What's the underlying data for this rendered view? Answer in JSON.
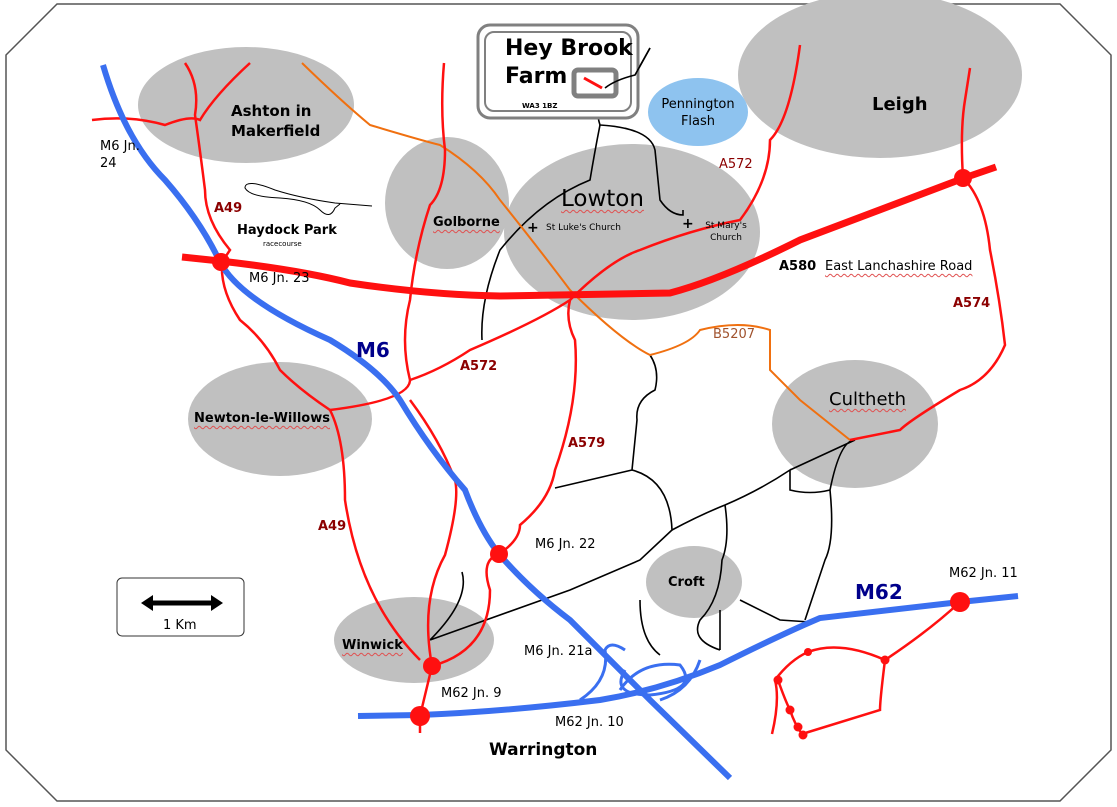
{
  "logo": {
    "line1": "Hey Brook",
    "line2": "Farm",
    "postcode": "WA3 1BZ"
  },
  "places": {
    "ashton": "Ashton in Makerfield",
    "golborne": "Golborne",
    "lowton": "Lowton",
    "leigh": "Leigh",
    "pennington": "Pennington Flash",
    "newton": "Newton-le-Willows",
    "cultheth": "Cultheth",
    "croft": "Croft",
    "winwick": "Winwick",
    "warrington": "Warrington",
    "haydock": "Haydock Park",
    "haydock_sub": "racecourse",
    "st_lukes": "St Luke's Church",
    "st_marys": "St Mary's Church"
  },
  "roads": {
    "a49_north": "A49",
    "a49_south": "A49",
    "a572_east": "A572",
    "a572_west": "A572",
    "a579": "A579",
    "a580": "A580",
    "a580_name": "East Lanchashire Road",
    "a574": "A574",
    "b5207": "B5207",
    "m6": "M6",
    "m62": "M62"
  },
  "junctions": {
    "m6_j24": "M6 Jn. 24",
    "m6_j23": "M6 Jn. 23",
    "m6_j22": "M6 Jn. 22",
    "m6_j21a": "M6 Jn. 21a",
    "m62_j9": "M62 Jn. 9",
    "m62_j10": "M62 Jn. 10",
    "m62_j11": "M62 Jn. 11"
  },
  "scale": {
    "label": "1 Km"
  },
  "colors": {
    "motorway": "#3a6ff0",
    "a_road": "#ff1010",
    "b_road": "#f07010",
    "town": "#c0c0c0",
    "water": "#8ec3ef"
  }
}
